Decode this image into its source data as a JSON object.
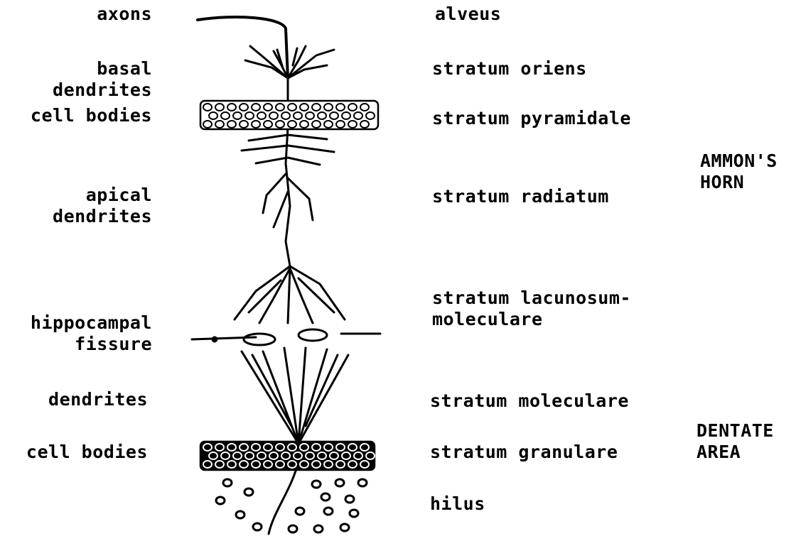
{
  "left_labels": {
    "axons": "axons",
    "basal": "basal\ndendrites",
    "cell_bodies_top": "cell bodies",
    "apical": "apical\ndendrites",
    "fissure": "hippocampal\nfissure",
    "dendrites": "dendrites",
    "cell_bodies_bottom": "cell bodies"
  },
  "layer_labels": {
    "alveus": "alveus",
    "oriens": "stratum oriens",
    "pyramidale": "stratum pyramidale",
    "radiatum": "stratum radiatum",
    "lacunosum": "stratum lacunosum-\nmoleculare",
    "moleculare": "stratum moleculare",
    "granulare": "stratum granulare",
    "hilus": "hilus"
  },
  "region_labels": {
    "ammons_horn": "AMMON'S\nHORN",
    "dentate_area": "DENTATE\nAREA"
  }
}
